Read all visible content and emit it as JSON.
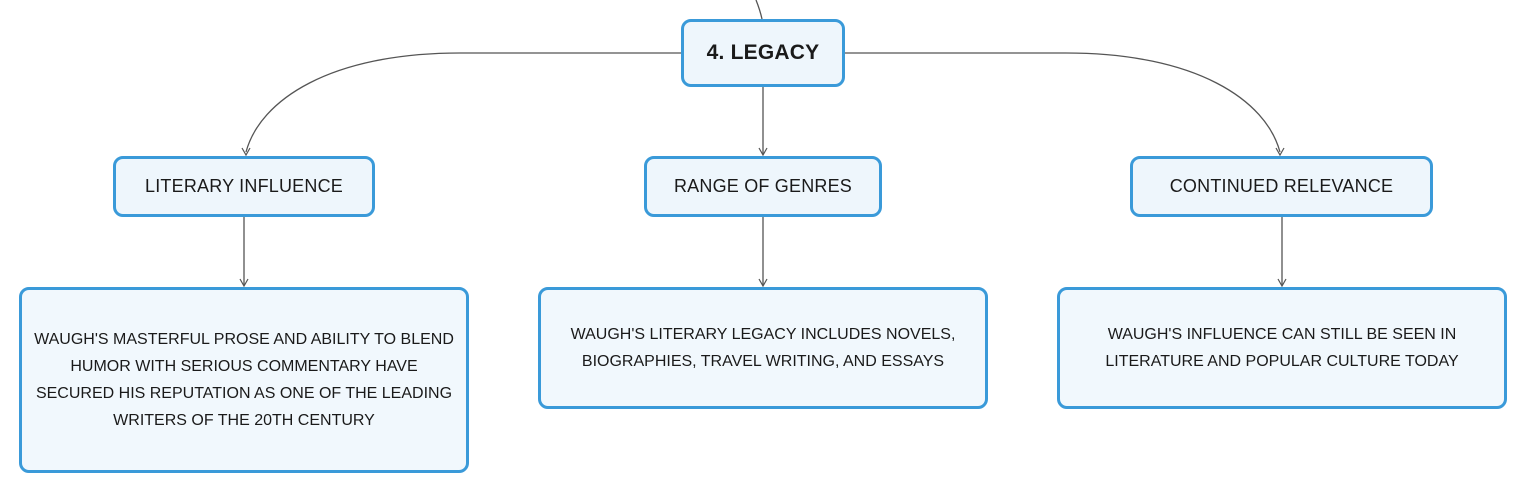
{
  "diagram": {
    "root": {
      "label": "4. LEGACY"
    },
    "branches": [
      {
        "topic": "LITERARY INFLUENCE",
        "detail": "WAUGH'S MASTERFUL PROSE AND ABILITY TO BLEND HUMOR WITH SERIOUS COMMENTARY HAVE SECURED HIS REPUTATION AS ONE OF THE LEADING WRITERS OF THE 20TH CENTURY"
      },
      {
        "topic": "RANGE OF GENRES",
        "detail": "WAUGH'S LITERARY LEGACY INCLUDES NOVELS, BIOGRAPHIES, TRAVEL WRITING, AND ESSAYS"
      },
      {
        "topic": "CONTINUED RELEVANCE",
        "detail": "WAUGH'S INFLUENCE CAN STILL BE SEEN IN LITERATURE AND POPULAR CULTURE TODAY"
      }
    ],
    "colors": {
      "node_border": "#3a9ad9",
      "node_fill": "#eef6fc",
      "connector": "#555555"
    }
  }
}
